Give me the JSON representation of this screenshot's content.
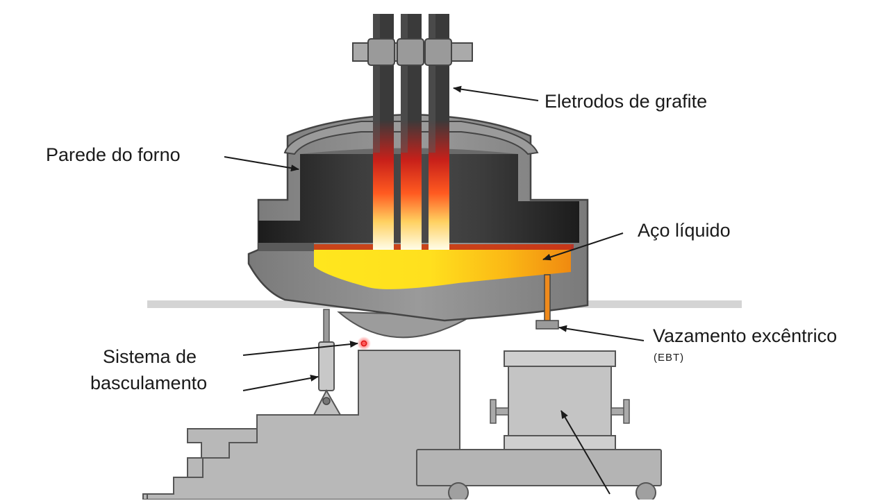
{
  "labels": {
    "electrodes": "Eletrodos de grafite",
    "furnace_wall": "Parede do forno",
    "liquid_steel": "Aço líquido",
    "tapping": "Vazamento excêntrico",
    "tapping_abbr": "(EBT)",
    "tilting_line1": "Sistema de",
    "tilting_line2": "basculamento"
  },
  "colors": {
    "background": "#ffffff",
    "steel_gray": "#8a8a8a",
    "dark_gray": "#4a4a4a",
    "interior_black": "#111111",
    "molten_yellow": "#ffe020",
    "molten_orange": "#f39a10",
    "tap_orange": "#f08a1c"
  }
}
